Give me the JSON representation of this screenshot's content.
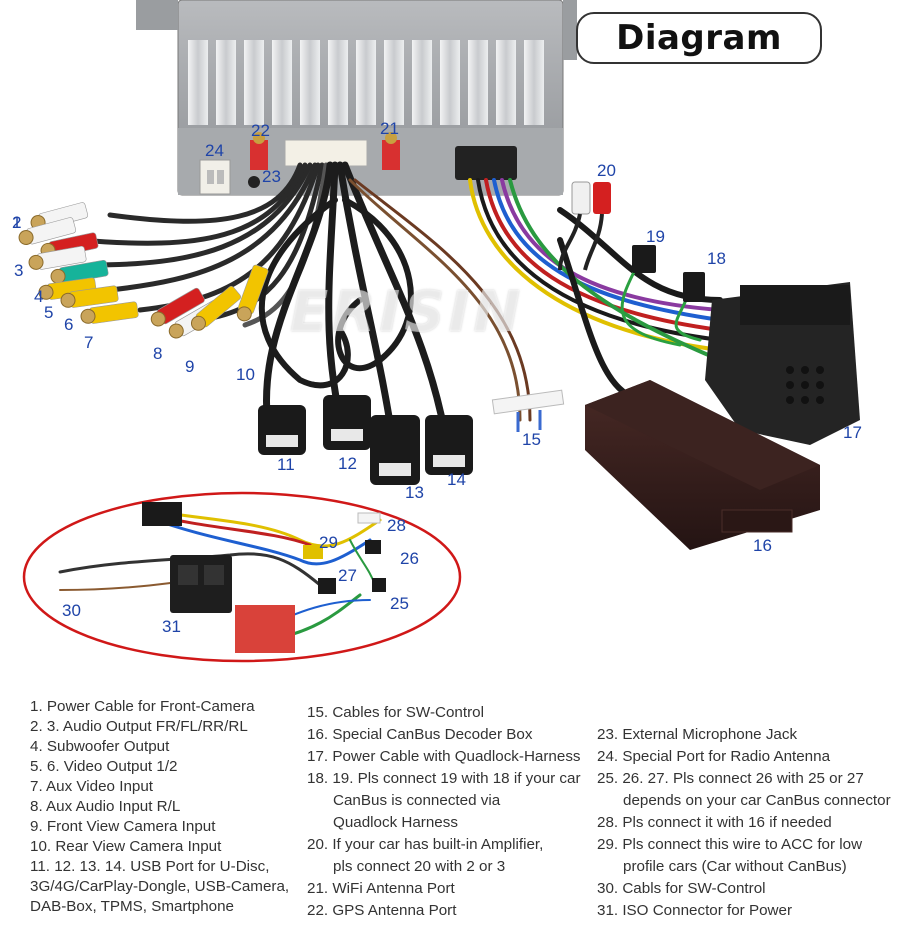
{
  "header": {
    "title": "Diagram"
  },
  "brand": {
    "watermark": "ERISIN"
  },
  "colors": {
    "callout": "#1f44a8",
    "accent_red": "#d01818",
    "rca_yellow": "#f2c400",
    "rca_white": "#f4f4f4",
    "rca_red": "#d42020",
    "rca_green": "#16b39a"
  },
  "callouts": {
    "c1": "1",
    "c2": "2",
    "c3": "3",
    "c4": "4",
    "c5": "5",
    "c6": "6",
    "c7": "7",
    "c8": "8",
    "c9": "9",
    "c10": "10",
    "c11": "11",
    "c12": "12",
    "c13": "13",
    "c14": "14",
    "c15": "15",
    "c16": "16",
    "c17": "17",
    "c18": "18",
    "c19": "19",
    "c20": "20",
    "c21": "21",
    "c22": "22",
    "c23": "23",
    "c24": "24",
    "c25": "25",
    "c26": "26",
    "c27": "27",
    "c28": "28",
    "c29": "29",
    "c30": "30",
    "c31": "31"
  },
  "legend": {
    "col1": [
      "1. Power Cable for Front-Camera",
      "2. 3. Audio Output FR/FL/RR/RL",
      "4. Subwoofer Output",
      "5. 6. Video Output 1/2",
      "7. Aux Video Input",
      "8. Aux Audio Input R/L",
      "9. Front View Camera Input",
      "10. Rear View Camera Input",
      "11. 12. 13. 14. USB Port for U-Disc,",
      "3G/4G/CarPlay-Dongle, USB-Camera,",
      "DAB-Box, TPMS, Smartphone"
    ],
    "col2": [
      "15. Cables for SW-Control",
      "16. Special CanBus Decoder Box",
      "17. Power Cable with Quadlock-Harness",
      "18. 19. Pls connect 19 with 18 if your car",
      "CanBus is connected via",
      "Quadlock Harness",
      "20. If your car has built-in Amplifier,",
      "pls connect 20 with 2 or 3",
      "21. WiFi Antenna Port",
      "22. GPS Antenna  Port"
    ],
    "col3": [
      "23. External Microphone Jack",
      "24. Special Port for Radio Antenna",
      "25. 26. 27. Pls connect 26 with 25 or 27",
      "depends on your car CanBus connector",
      "28. Pls connect it with 16 if needed",
      "29. Pls connect this wire to ACC for low",
      "profile cars (Car without CanBus)",
      "30. Cabls for SW-Control",
      "31. ISO Connector for Power"
    ]
  }
}
